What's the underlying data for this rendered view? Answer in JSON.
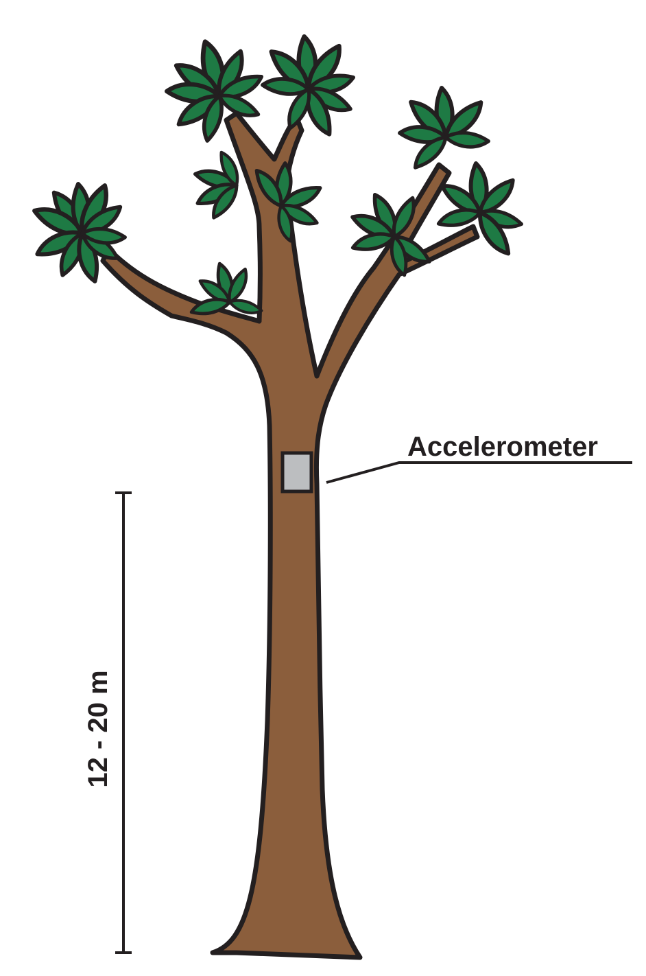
{
  "labels": {
    "sensor": "Accelerometer",
    "height_range": "12 - 20 m"
  },
  "colors": {
    "trunk": "#8b5e3c",
    "foliage": "#1e7a44",
    "sensor": "#bcbec0",
    "outline": "#231f20"
  },
  "icons": {
    "tree": "tree-icon",
    "leaf": "leaf-icon",
    "sensor": "accelerometer-box"
  }
}
